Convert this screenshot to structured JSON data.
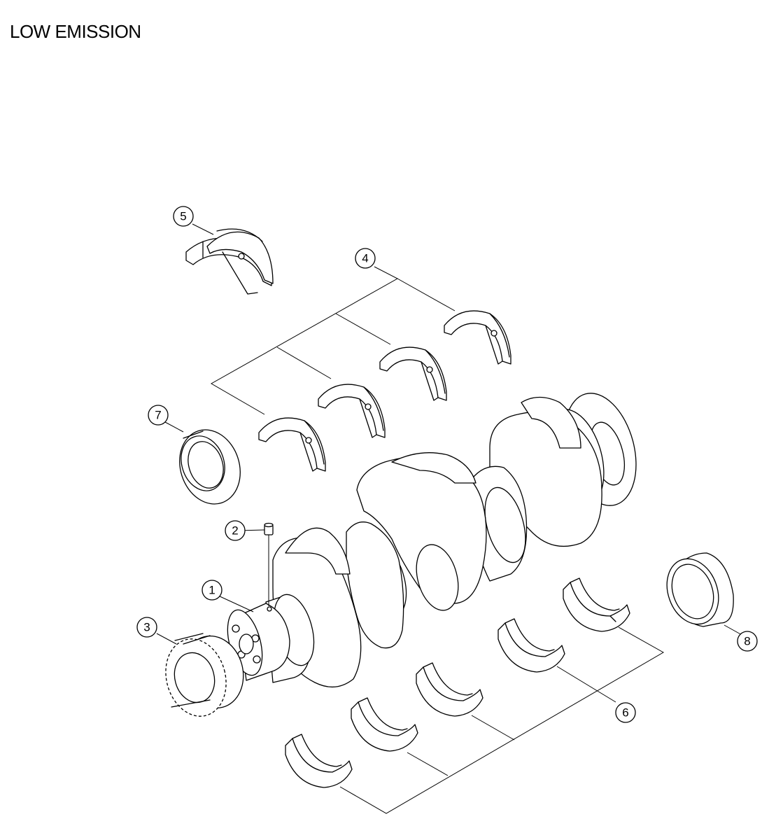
{
  "title": "LOW EMISSION",
  "callouts": [
    {
      "id": "1",
      "label": "1"
    },
    {
      "id": "2",
      "label": "2"
    },
    {
      "id": "3",
      "label": "3"
    },
    {
      "id": "4",
      "label": "4"
    },
    {
      "id": "5",
      "label": "5"
    },
    {
      "id": "6",
      "label": "6"
    },
    {
      "id": "7",
      "label": "7"
    },
    {
      "id": "8",
      "label": "8"
    }
  ]
}
